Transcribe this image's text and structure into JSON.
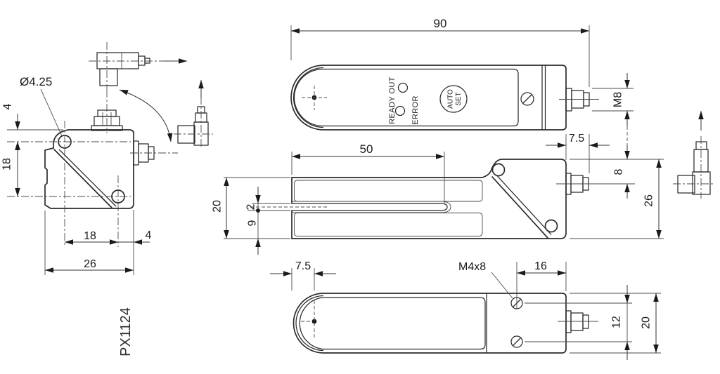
{
  "drawing": {
    "product_code": "PX1124",
    "face_labels": {
      "ready_out": "READY OUT",
      "error": "ERROR",
      "autoset_line1": "AUTO",
      "autoset_line2": "SET"
    },
    "end_view": {
      "hole_diameter": "Ø4.25",
      "top_edge_to_hole": "4",
      "hole_vertical_spacing": "18",
      "hole_horizontal_spacing": "18",
      "hole_to_right_edge": "4",
      "overall_width": "26"
    },
    "top_view": {
      "overall_length": "90",
      "connector_thread": "M8",
      "connector_protrusion": "7.5"
    },
    "side_view": {
      "slot_depth": "50",
      "fork_thickness": "20",
      "slot_width": "2",
      "slot_to_bottom": "9",
      "top_to_connector_axis": "8",
      "overall_height": "26"
    },
    "bottom_view": {
      "beam_axis_offset": "7.5",
      "mounting_thread": "M4x8",
      "hole_to_end": "16",
      "hole_spacing": "12",
      "overall_width": "20"
    },
    "colors": {
      "line": "#2b2b2b",
      "thin_line": "#4a4a4a",
      "text": "#1a1a1a",
      "background": "#ffffff"
    }
  }
}
